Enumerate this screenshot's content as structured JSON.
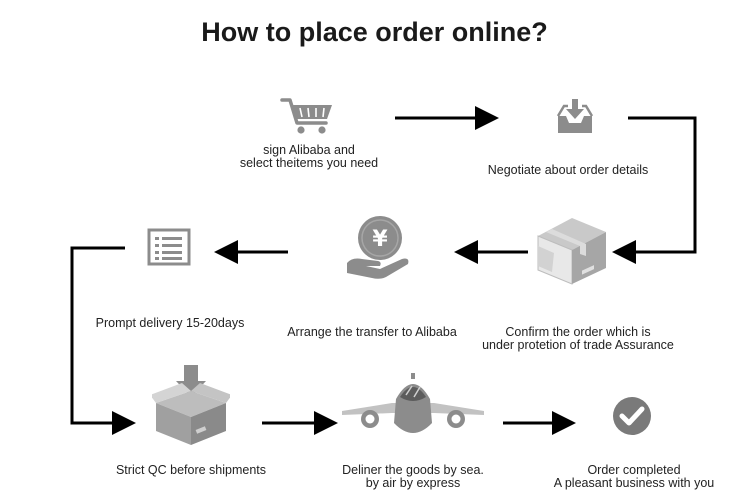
{
  "title": "How to place order online?",
  "steps": [
    {
      "icon": "shopping-cart-icon",
      "lines": [
        "sign Alibaba and",
        "select theitems you need"
      ]
    },
    {
      "icon": "inbox-download-icon",
      "lines": [
        "Negotiate about order details"
      ]
    },
    {
      "icon": "package-box-icon",
      "lines": [
        "Confirm the order which is",
        "under protetion of trade Assurance"
      ]
    },
    {
      "icon": "yen-coin-hand-icon",
      "lines": [
        "Arrange the transfer to Alibaba"
      ]
    },
    {
      "icon": "list-document-icon",
      "lines": [
        "Prompt delivery 15-20days"
      ]
    },
    {
      "icon": "open-box-download-icon",
      "lines": [
        "Strict QC before shipments"
      ]
    },
    {
      "icon": "airplane-icon",
      "lines": [
        "Deliner the goods by sea.",
        "by air by express"
      ]
    },
    {
      "icon": "check-circle-icon",
      "lines": [
        "Order completed",
        "A pleasant business with you"
      ]
    }
  ],
  "colors": {
    "icon": "#8c8c8c",
    "icon_dark": "#6e6e6e",
    "arrow": "#000000"
  }
}
